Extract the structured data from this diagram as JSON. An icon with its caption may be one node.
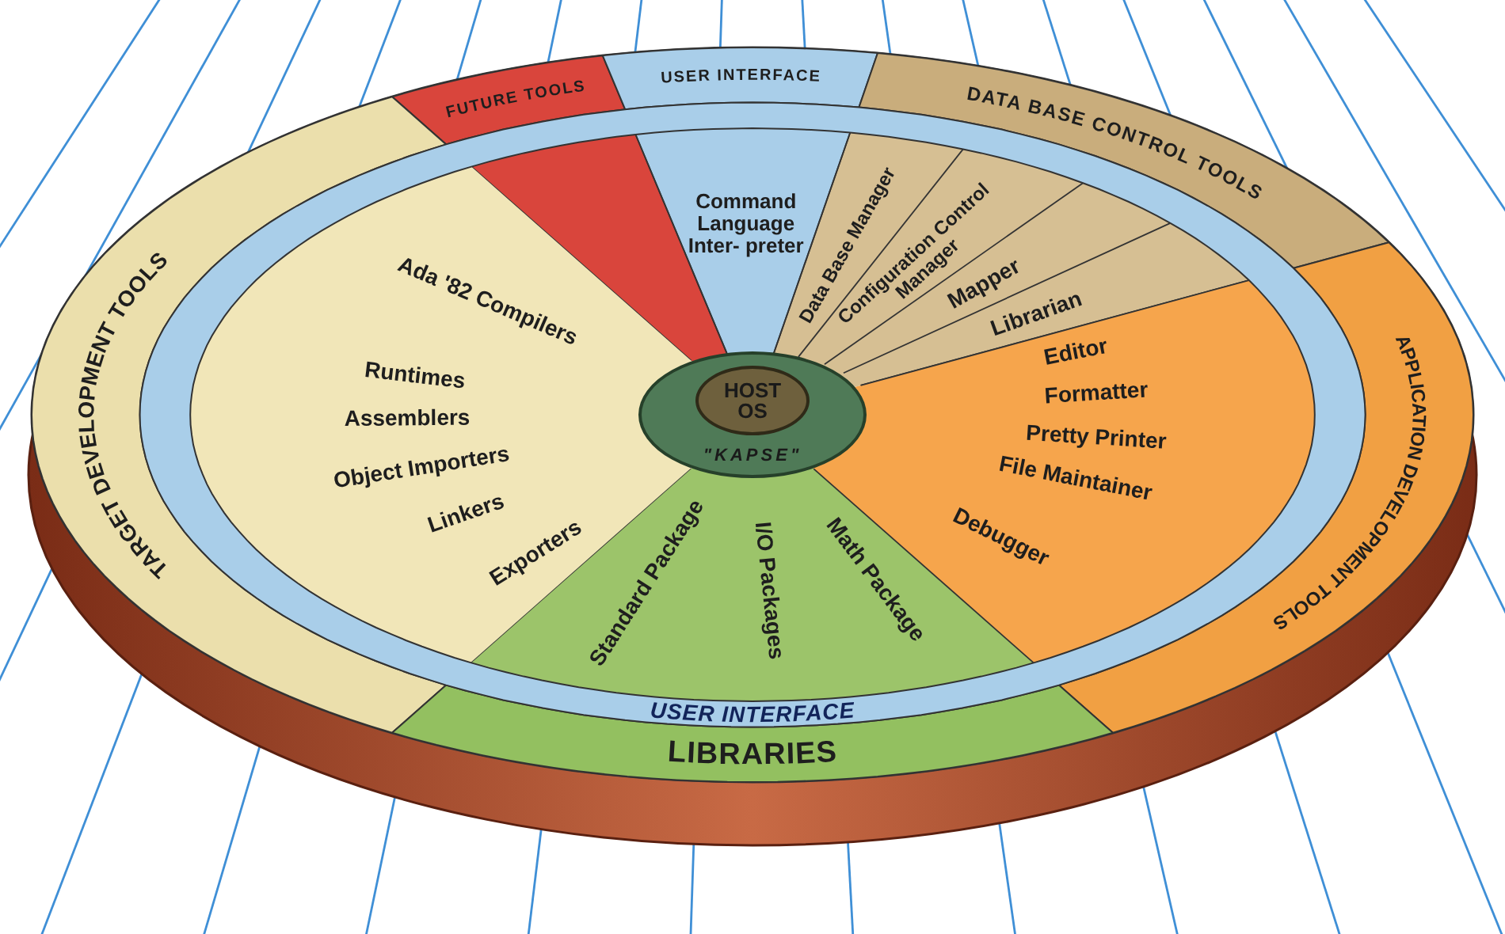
{
  "diagram": {
    "nodes": [
      {
        "text": [
          "FUTURE TOOLS"
        ]
      },
      {
        "text": [
          "USER INTERFACE"
        ]
      },
      {
        "text": [
          "DATA BASE CONTROL TOOLS"
        ]
      },
      {
        "text": [
          "Command Language Inter- preter"
        ]
      },
      {
        "text": [
          "Data Base Manager"
        ]
      },
      {
        "text": [
          "Configuration Control Manager"
        ]
      },
      {
        "text": [
          "Mapper"
        ]
      },
      {
        "text": [
          "Librarian"
        ]
      },
      {
        "text": [
          "Ada '82 Compilers"
        ]
      },
      {
        "text": [
          "Runtimes"
        ]
      },
      {
        "text": [
          "Editor"
        ]
      },
      {
        "text": [
          "Formatter"
        ]
      },
      {
        "text": [
          "Assemblers"
        ]
      },
      {
        "text": [
          "\"KAPSE\""
        ]
      },
      {
        "text": [
          "HOST OS"
        ],
        "in": 13
      },
      {
        "text": [
          "Object Importers"
        ]
      },
      {
        "text": [
          "Pretty Printer"
        ]
      },
      {
        "text": [
          "File Maintainer"
        ]
      },
      {
        "text": [
          "Linkers"
        ]
      },
      {
        "text": [
          "Exporters"
        ]
      },
      {
        "text": [
          "Debugger"
        ]
      },
      {
        "text": [
          "Standard Package"
        ]
      },
      {
        "text": [
          "I/O Packages"
        ]
      },
      {
        "text": [
          "Math Package"
        ]
      },
      {
        "text": [
          "TARGET DEVELOPMENT TOOLS"
        ]
      },
      {
        "text": [
          "APPLICATION DEVELOPMENT TOOLS"
        ]
      },
      {
        "text": [
          "USER INTERFACE"
        ]
      },
      {
        "text": [
          "LIBRARIES"
        ]
      }
    ]
  }
}
